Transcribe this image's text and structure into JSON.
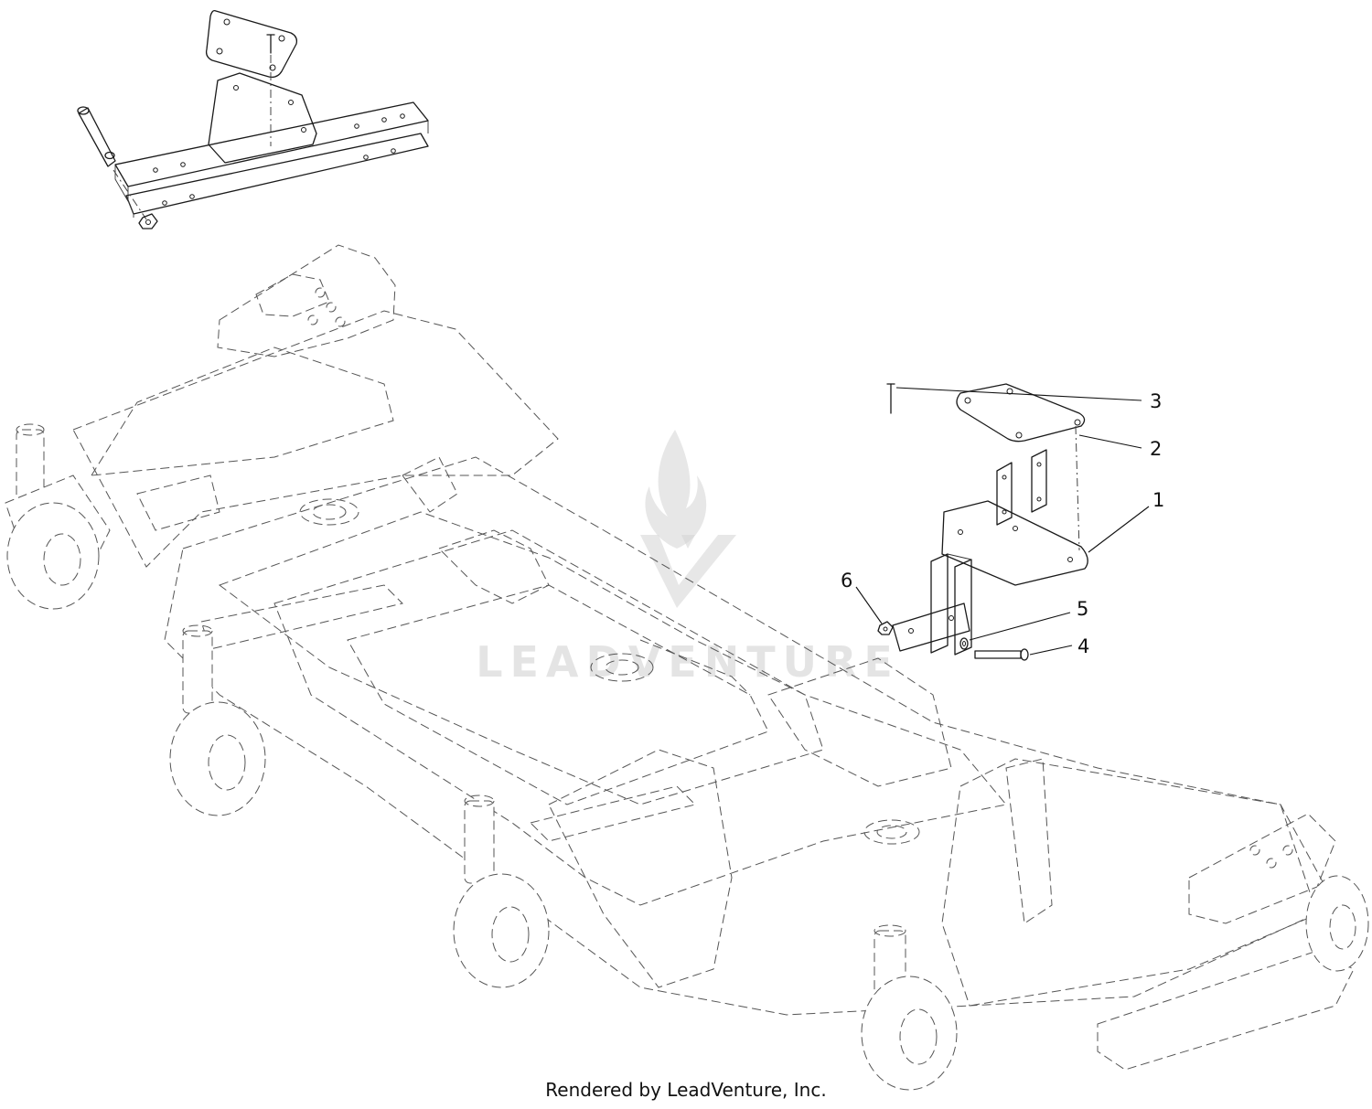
{
  "callouts": [
    {
      "id": "1",
      "label": "1"
    },
    {
      "id": "2",
      "label": "2"
    },
    {
      "id": "3",
      "label": "3"
    },
    {
      "id": "4",
      "label": "4"
    },
    {
      "id": "5",
      "label": "5"
    },
    {
      "id": "6",
      "label": "6"
    }
  ],
  "watermark": {
    "text": "LEADVENTURE"
  },
  "footer": {
    "text": "Rendered by LeadVenture, Inc."
  },
  "colors": {
    "line": "#1a1a1a",
    "watermark": "#cfcfcf"
  }
}
